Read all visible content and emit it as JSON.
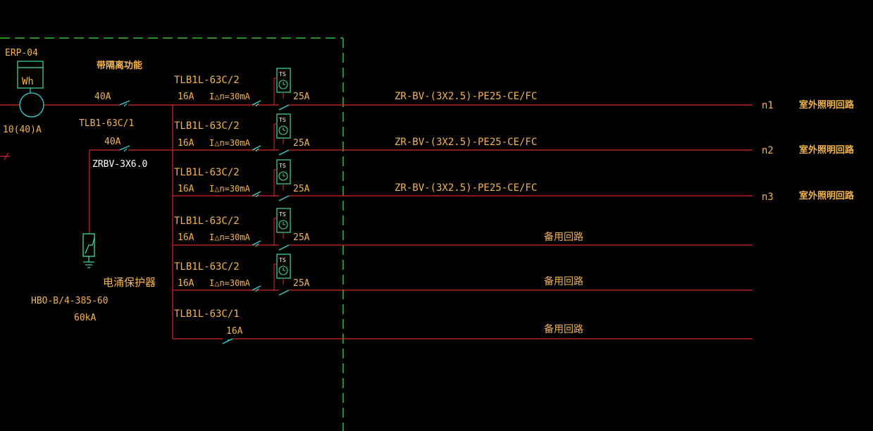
{
  "meter": {
    "id": "ERP-04",
    "symbol": "Wh",
    "rating": "10(40)A"
  },
  "isolation_note": "带隔离功能",
  "main_breaker": {
    "rating": "40A",
    "model": "TLB1-63C/1"
  },
  "spd_branch": {
    "breaker_rating": "40A",
    "cable": "ZRBV-3X6.0",
    "device_name": "电涌保护器",
    "device_model": "HBO-B/4-385-60",
    "device_capacity": "60kA"
  },
  "circuits": [
    {
      "breaker": "TLB1L-63C/2",
      "rating": "16A",
      "leakage": "I△n=30mA",
      "contactor_tag": "TS",
      "contactor_rating": "25A",
      "cable": "ZR-BV-(3X2.5)-PE25-CE/FC",
      "id": "n1",
      "description": "室外照明回路"
    },
    {
      "breaker": "TLB1L-63C/2",
      "rating": "16A",
      "leakage": "I△n=30mA",
      "contactor_tag": "TS",
      "contactor_rating": "25A",
      "cable": "ZR-BV-(3X2.5)-PE25-CE/FC",
      "id": "n2",
      "description": "室外照明回路"
    },
    {
      "breaker": "TLB1L-63C/2",
      "rating": "16A",
      "leakage": "I△n=30mA",
      "contactor_tag": "TS",
      "contactor_rating": "25A",
      "cable": "ZR-BV-(3X2.5)-PE25-CE/FC",
      "id": "n3",
      "description": "室外照明回路"
    },
    {
      "breaker": "TLB1L-63C/2",
      "rating": "16A",
      "leakage": "I△n=30mA",
      "contactor_tag": "TS",
      "contactor_rating": "25A",
      "cable": "",
      "id": "",
      "description": "备用回路"
    },
    {
      "breaker": "TLB1L-63C/2",
      "rating": "16A",
      "leakage": "I△n=30mA",
      "contactor_tag": "TS",
      "contactor_rating": "25A",
      "cable": "",
      "id": "",
      "description": "备用回路"
    },
    {
      "breaker": "TLB1L-63C/1",
      "rating": "16A",
      "leakage": "",
      "contactor_tag": "",
      "contactor_rating": "",
      "cable": "",
      "id": "",
      "description": "备用回路"
    }
  ],
  "colors": {
    "background": "#000000",
    "bus_line": "#d8262b",
    "text": "#f3b44c",
    "boundary": "#2fbf2f",
    "device": "#3fe0a0",
    "symbol": "#32d5d0"
  }
}
